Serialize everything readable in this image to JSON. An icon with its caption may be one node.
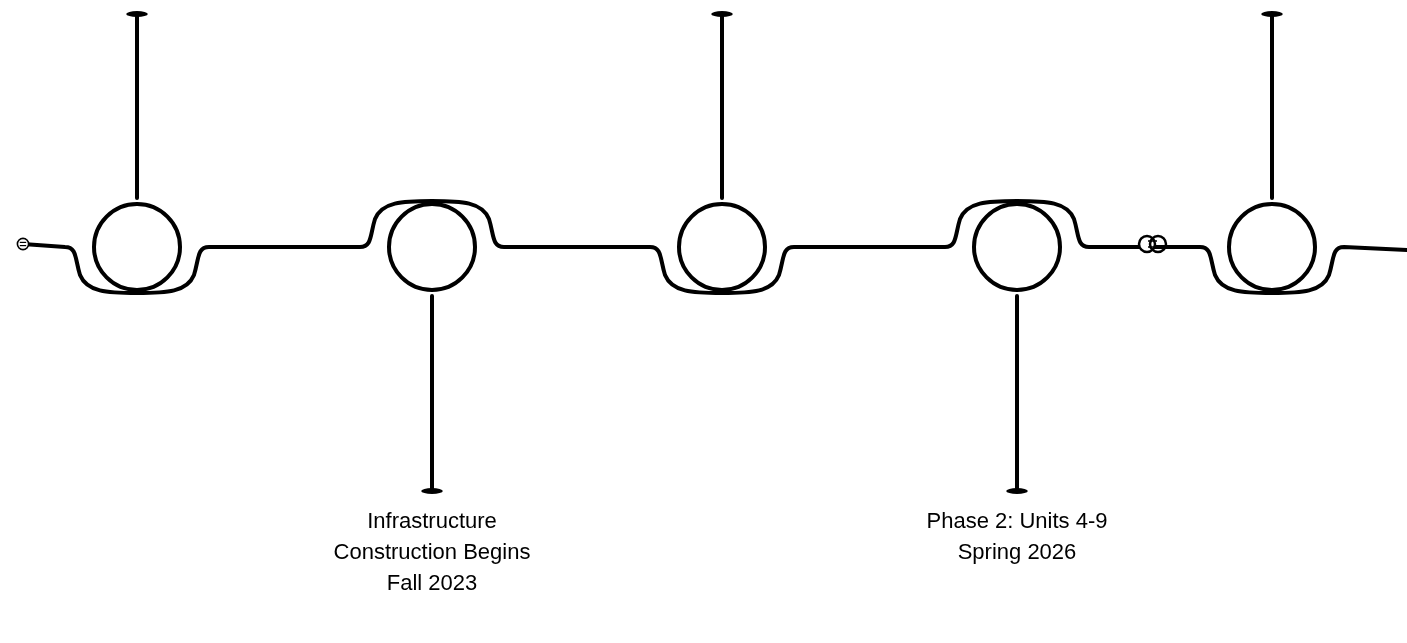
{
  "diagram": {
    "nodes": [
      {
        "text": [],
        "shape": "circle"
      },
      {
        "text": [],
        "shape": "circle"
      },
      {
        "text": [],
        "shape": "circle"
      },
      {
        "text": [],
        "shape": "circle"
      },
      {
        "text": [],
        "shape": "circle"
      },
      {
        "text": [
          "Infrastructure Construction Begins",
          "Fall 2023"
        ]
      },
      {
        "text": [
          "Phase 2: Units 4-9",
          "Spring 2026"
        ]
      }
    ],
    "edges": [
      {
        "from": null,
        "to": 0,
        "arrow": "other"
      },
      {
        "from": 0,
        "to": 1,
        "arrow": "none"
      },
      {
        "from": 1,
        "to": 2,
        "arrow": "none"
      },
      {
        "from": 2,
        "to": 3,
        "arrow": "none"
      },
      {
        "from": 3,
        "to": 4,
        "arrow": "none"
      },
      {
        "from": 4,
        "to": null,
        "arrow": "none"
      },
      {
        "from": null,
        "to": 0,
        "arrow": "other"
      },
      {
        "from": 5,
        "to": 1,
        "arrow": "other"
      },
      {
        "from": null,
        "to": 2,
        "arrow": "other"
      },
      {
        "from": 6,
        "to": 3,
        "arrow": "other"
      },
      {
        "from": null,
        "to": 4,
        "arrow": "other"
      }
    ]
  }
}
